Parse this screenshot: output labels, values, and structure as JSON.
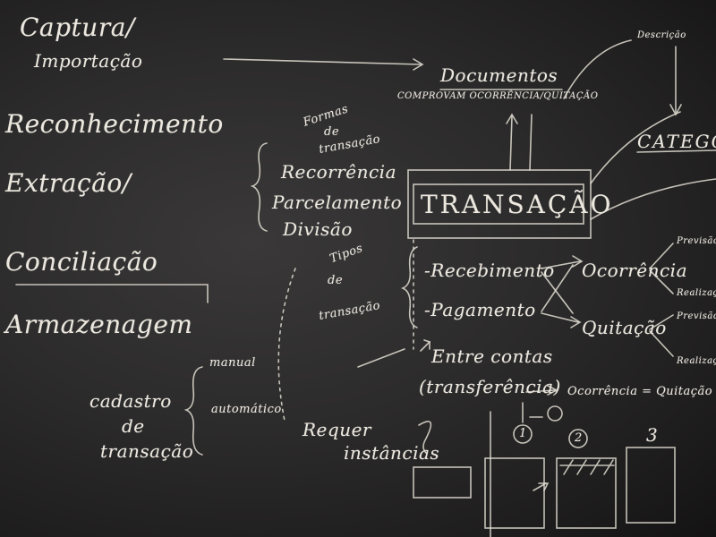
{
  "board": {
    "left_list": [
      "Captura/",
      "Importação",
      "Reconhecimento",
      "Extração/",
      "Conciliação",
      "Armazenagem"
    ],
    "formas_label": [
      "Formas",
      "de",
      "transação"
    ],
    "formas_items": [
      "Recorrência",
      "Parcelamento",
      "Divisão"
    ],
    "tipos_label": [
      "Tipos",
      "de",
      "transação"
    ],
    "tipos_items": [
      "-Recebimento",
      "-Pagamento",
      "Entre contas",
      "(transferência)"
    ],
    "cadastro": [
      "cadastro",
      "de",
      "transação"
    ],
    "cadastro_items": [
      "manual",
      "automático"
    ],
    "requer": [
      "Requer",
      "instâncias"
    ],
    "documentos": "Documentos",
    "documentos_sub": "COMPROVAM OCORRÊNCIA/QUITAÇÃO",
    "descricao": "Descrição",
    "categoria": "CATEGORI",
    "transacao": "TRANSAÇÃO",
    "ocorrencia": "Ocorrência",
    "quitacao": "Quitação",
    "equation": "Ocorrência = Quitação",
    "right_fragments": [
      "Previsão",
      "Realização",
      "Previsão",
      "Realização"
    ],
    "numbers": [
      "1",
      "2",
      "3"
    ],
    "colors": {
      "board": "#2c2b2b",
      "chalk": "#ece8df"
    }
  }
}
